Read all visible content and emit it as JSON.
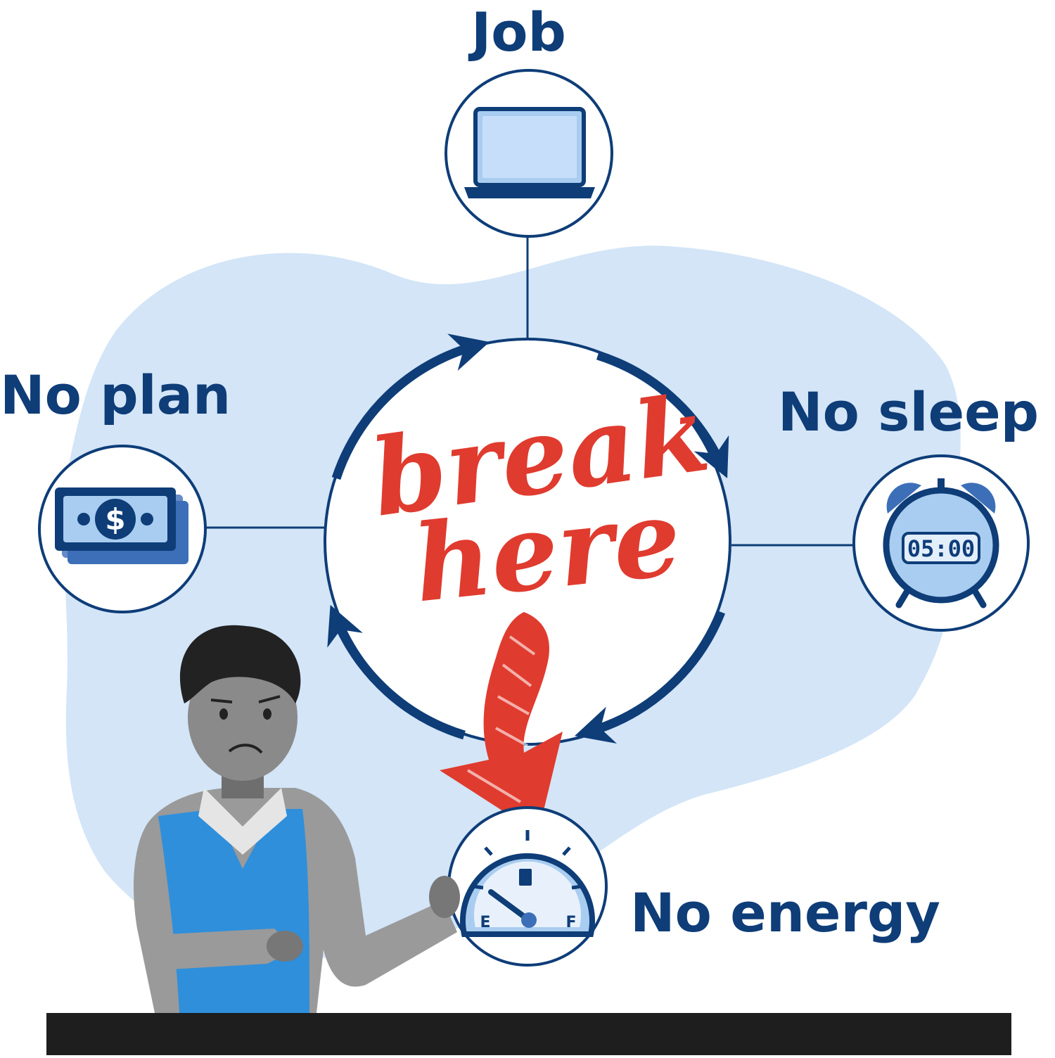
{
  "colors": {
    "navy": "#0e3d78",
    "blob": "#d3e5f7",
    "icon_fill": "#a9cdf0",
    "icon_mid": "#3d6fb8",
    "red": "#e03b2f",
    "floor": "#1e1e1e"
  },
  "nodes": {
    "job": {
      "label": "Job",
      "icon": "laptop-icon"
    },
    "no_sleep": {
      "label": "No sleep",
      "icon": "alarm-clock-icon",
      "clock_time": "05:00"
    },
    "no_energy": {
      "label": "No energy",
      "icon": "fuel-gauge-icon",
      "gauge_empty": "E",
      "gauge_full": "F"
    },
    "no_plan": {
      "label": "No plan",
      "icon": "money-icon",
      "currency_symbol": "$"
    }
  },
  "center": {
    "line1": "break",
    "line2": "here"
  },
  "cycle": {
    "direction": "clockwise",
    "arrow_count": 4
  },
  "character": {
    "icon": "tired-person-icon",
    "expression": "worried"
  }
}
